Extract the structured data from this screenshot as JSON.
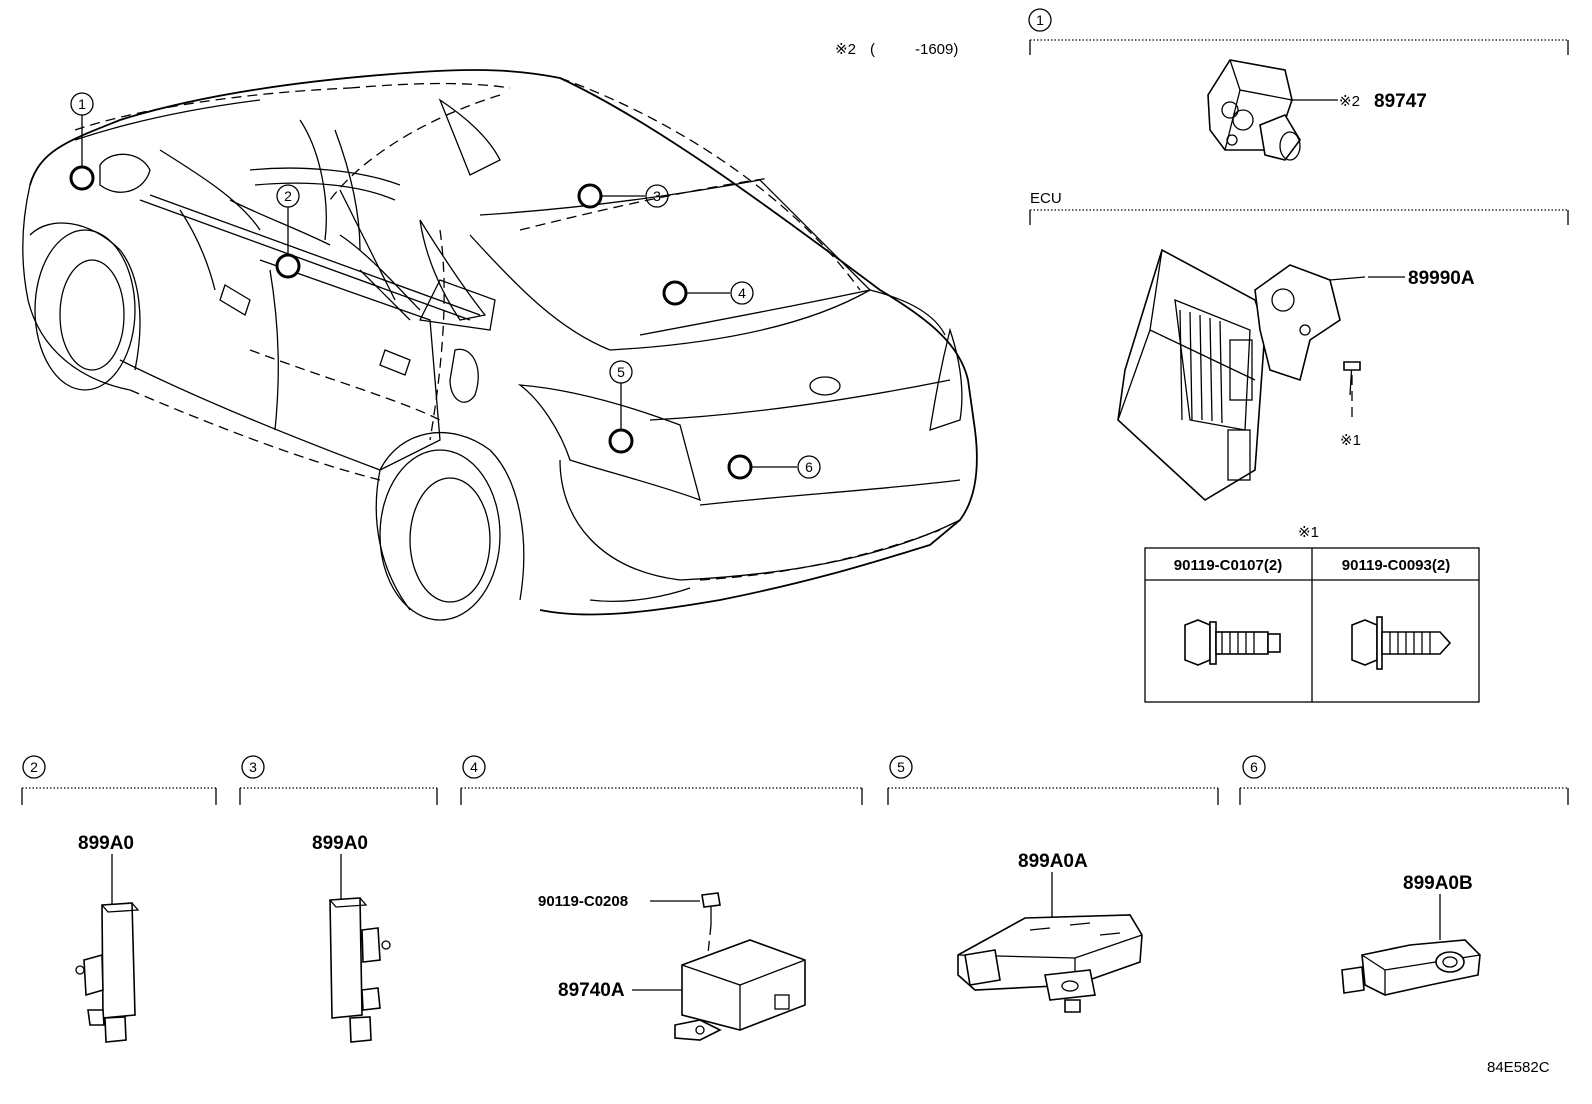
{
  "header": {
    "note_mark": "※2",
    "note_range": "-1609)",
    "note_open": "("
  },
  "car_callouts": [
    "1",
    "2",
    "3",
    "4",
    "5",
    "6"
  ],
  "sections": {
    "s1": {
      "number": "1",
      "part_mark": "※2",
      "part": "89747"
    },
    "ecu": {
      "title": "ECU",
      "part": "89990A",
      "bolt_ref": "※1"
    },
    "bolt_table": {
      "title": "※1",
      "columns": [
        "90119-C0107(2)",
        "90119-C0093(2)"
      ]
    },
    "s2": {
      "number": "2",
      "part": "899A0"
    },
    "s3": {
      "number": "3",
      "part": "899A0"
    },
    "s4": {
      "number": "4",
      "screw": "90119-C0208",
      "part": "89740A"
    },
    "s5": {
      "number": "5",
      "part": "899A0A"
    },
    "s6": {
      "number": "6",
      "part": "899A0B"
    }
  },
  "footer": {
    "code": "84E582C"
  }
}
